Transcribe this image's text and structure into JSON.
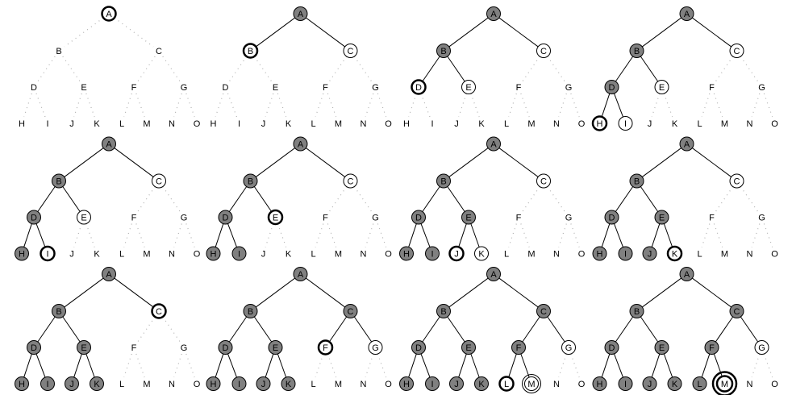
{
  "title": "Depth-first search expansion sequence",
  "nodes": [
    "A",
    "B",
    "C",
    "D",
    "E",
    "F",
    "G",
    "H",
    "I",
    "J",
    "K",
    "L",
    "M",
    "N",
    "O"
  ],
  "goal": "M",
  "colors": {
    "expanded": "#808080",
    "frontier": "#ffffff",
    "edge": "#000000",
    "hidden_edge": "#b0b0b0"
  },
  "panels": [
    {
      "current": "A",
      "expanded": [],
      "frontier": []
    },
    {
      "current": "B",
      "expanded": [
        "A"
      ],
      "frontier": [
        "C"
      ]
    },
    {
      "current": "D",
      "expanded": [
        "A",
        "B"
      ],
      "frontier": [
        "E",
        "C"
      ]
    },
    {
      "current": "H",
      "expanded": [
        "A",
        "B",
        "D"
      ],
      "frontier": [
        "I",
        "E",
        "C"
      ]
    },
    {
      "current": "I",
      "expanded": [
        "A",
        "B",
        "D",
        "H"
      ],
      "frontier": [
        "E",
        "C"
      ]
    },
    {
      "current": "E",
      "expanded": [
        "A",
        "B",
        "D",
        "H",
        "I"
      ],
      "frontier": [
        "C"
      ]
    },
    {
      "current": "J",
      "expanded": [
        "A",
        "B",
        "D",
        "H",
        "I",
        "E"
      ],
      "frontier": [
        "K",
        "C"
      ]
    },
    {
      "current": "K",
      "expanded": [
        "A",
        "B",
        "D",
        "H",
        "I",
        "E",
        "J"
      ],
      "frontier": [
        "C"
      ]
    },
    {
      "current": "C",
      "expanded": [
        "A",
        "B",
        "D",
        "H",
        "I",
        "E",
        "J",
        "K"
      ],
      "frontier": []
    },
    {
      "current": "F",
      "expanded": [
        "A",
        "B",
        "D",
        "H",
        "I",
        "E",
        "J",
        "K",
        "C"
      ],
      "frontier": [
        "G"
      ]
    },
    {
      "current": "L",
      "expanded": [
        "A",
        "B",
        "D",
        "H",
        "I",
        "E",
        "J",
        "K",
        "C",
        "F"
      ],
      "frontier": [
        "M",
        "G"
      ]
    },
    {
      "current": "M",
      "expanded": [
        "A",
        "B",
        "D",
        "H",
        "I",
        "E",
        "J",
        "K",
        "C",
        "F",
        "L"
      ],
      "frontier": [
        "G"
      ]
    }
  ]
}
